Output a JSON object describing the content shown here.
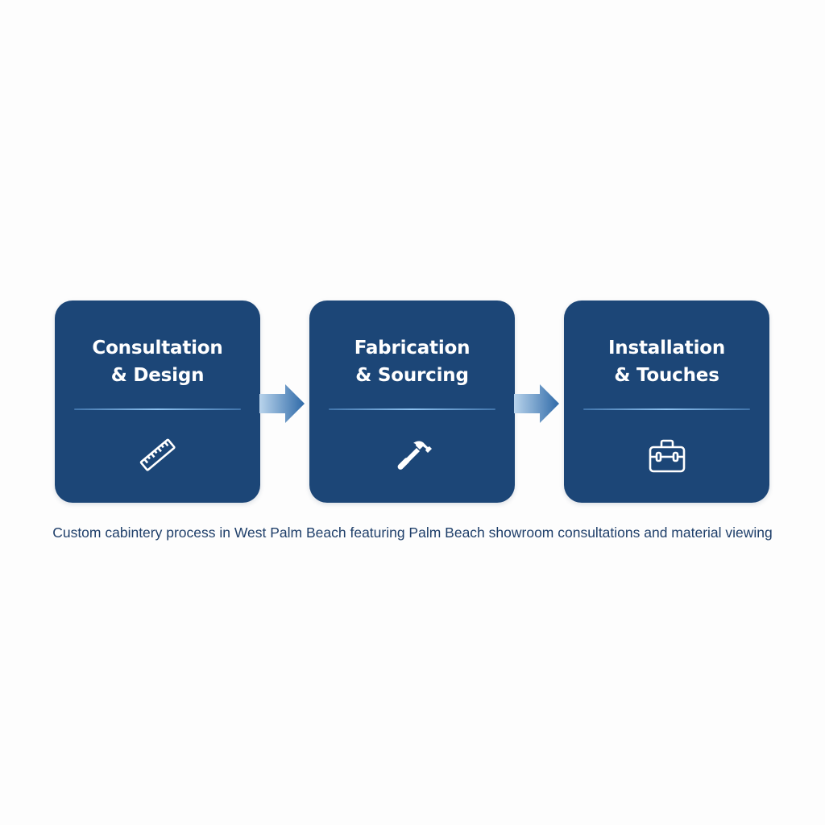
{
  "steps": [
    {
      "title_line1": "Consultation",
      "title_line2": "& Design",
      "icon": "ruler-icon"
    },
    {
      "title_line1": "Fabrication",
      "title_line2": "& Sourcing",
      "icon": "hammer-icon"
    },
    {
      "title_line1": "Installation",
      "title_line2": "& Touches",
      "icon": "toolbox-icon"
    }
  ],
  "colors": {
    "card": "#1c4677",
    "text": "#ffffff",
    "divider": "#8cc0ee",
    "arrow_start": "#b9d4ec",
    "arrow_end": "#2f6aa8",
    "caption": "#1f3f6a",
    "background": "#fdfdfd"
  },
  "caption": "Custom cabintery process in West Palm Beach featuring Palm Beach showroom consultations and material viewing"
}
